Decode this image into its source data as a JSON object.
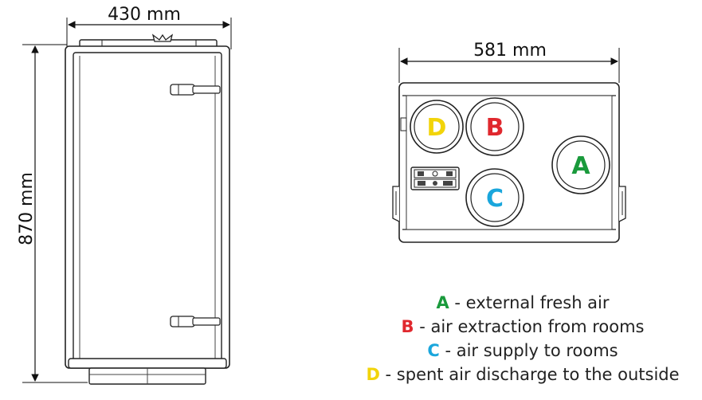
{
  "side_view": {
    "width_label": "430 mm",
    "height_label": "870 mm"
  },
  "front_view": {
    "width_label": "581 mm",
    "ports": [
      {
        "letter": "D",
        "color": "#f2d40a"
      },
      {
        "letter": "B",
        "color": "#e0282e"
      },
      {
        "letter": "A",
        "color": "#1a9a3c"
      },
      {
        "letter": "C",
        "color": "#1aa6dc"
      }
    ]
  },
  "legend": [
    {
      "letter": "A",
      "text": " - external fresh air",
      "color": "#1a9a3c"
    },
    {
      "letter": "B",
      "text": " - air extraction from rooms",
      "color": "#e0282e"
    },
    {
      "letter": "C",
      "text": " - air supply to rooms",
      "color": "#1aa6dc"
    },
    {
      "letter": "D",
      "text": " - spent air discharge to the outside",
      "color": "#f2d40a"
    }
  ]
}
